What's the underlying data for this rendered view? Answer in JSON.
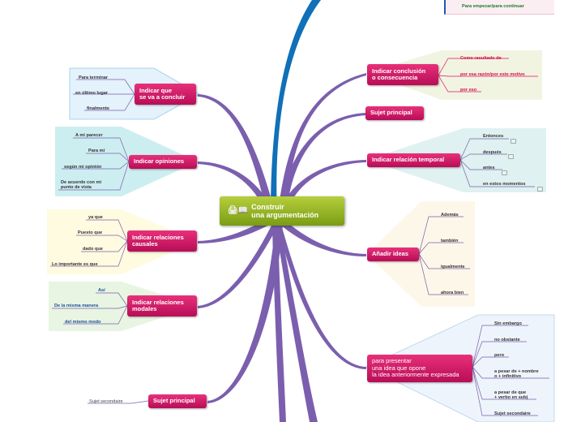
{
  "central": {
    "title": "Construir\n   una argumentación",
    "icon": "presentation-icon"
  },
  "top_card": {
    "text": "Para empezar/para continuar"
  },
  "branches": {
    "conclusion": {
      "label": "Indicar conclusión\n o consecuencia",
      "items": [
        "Como resultado de",
        "por esa razón/por este motivo",
        "por eso"
      ]
    },
    "sujet_top": {
      "label": "Sujet principal"
    },
    "temporal": {
      "label": "Indicar relación temporal",
      "items": [
        "Entonces",
        "después",
        "antes",
        "en estos momentos"
      ]
    },
    "ideas": {
      "label": "Añadir ideas",
      "items": [
        "Además",
        "también",
        "igualmente",
        "ahora bien"
      ]
    },
    "oponer": {
      "label": "para presentar\nuna idea que opone\nla idea anteriormente expresada",
      "items": [
        "Sin embargo",
        "no obstante",
        "pero",
        "a pesar de + nombre\no + infinitivo",
        "a pesar de que\n+ verbo en subj",
        "Sujet secondaire"
      ]
    },
    "concluir": {
      "label": "Indicar que\nse va a concluir",
      "items": [
        "Para terminar",
        "en último lugar",
        "finalmente"
      ]
    },
    "opiniones": {
      "label": "Indicar opiniones",
      "items": [
        "A mi parecer",
        "Para mí",
        "según mi opinión",
        "De acuerdo con mi\n punto de vista"
      ]
    },
    "causales": {
      "label": "Indicar relaciones\ncausales",
      "items": [
        "ya que",
        "Puesto que",
        "dado que",
        "Lo importante es que"
      ]
    },
    "modales": {
      "label": "Indicar relaciones\nmodales",
      "items": [
        "Así",
        "De la misma manera",
        "del mismo modo"
      ]
    },
    "sujet_bottom": {
      "label": "Sujet principal",
      "items": [
        "Sujet secondaire"
      ]
    }
  },
  "colors": {
    "branch": "#7b5fae",
    "topic": "#d8145f",
    "central": "#95b52a",
    "blue_branch": "#1070b8"
  }
}
